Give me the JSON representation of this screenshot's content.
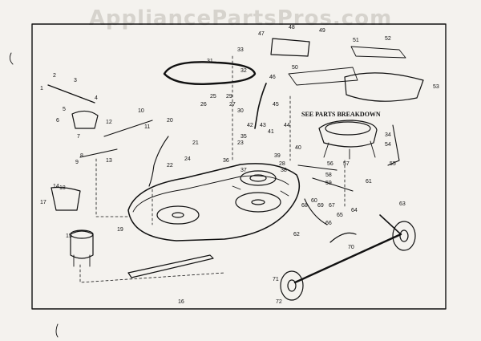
{
  "watermark": "AppliancePartsPros.com",
  "callout": "SEE PARTS BREAKDOWN",
  "part_labels": [
    "1",
    "2",
    "3",
    "4",
    "5",
    "6",
    "7",
    "8",
    "9",
    "10",
    "11",
    "12",
    "13",
    "14",
    "15",
    "16",
    "17",
    "18",
    "19",
    "20",
    "21",
    "22",
    "23",
    "24",
    "25",
    "26",
    "27",
    "28",
    "29",
    "30",
    "31",
    "32",
    "33",
    "34",
    "35",
    "36",
    "37",
    "38",
    "39",
    "40",
    "41",
    "42",
    "43",
    "44",
    "45",
    "46",
    "47",
    "48",
    "49",
    "50",
    "51",
    "52",
    "53",
    "54",
    "55",
    "56",
    "57",
    "58",
    "59",
    "60",
    "61",
    "62",
    "63",
    "64",
    "65",
    "66",
    "67",
    "68",
    "69",
    "70",
    "71",
    "72"
  ]
}
